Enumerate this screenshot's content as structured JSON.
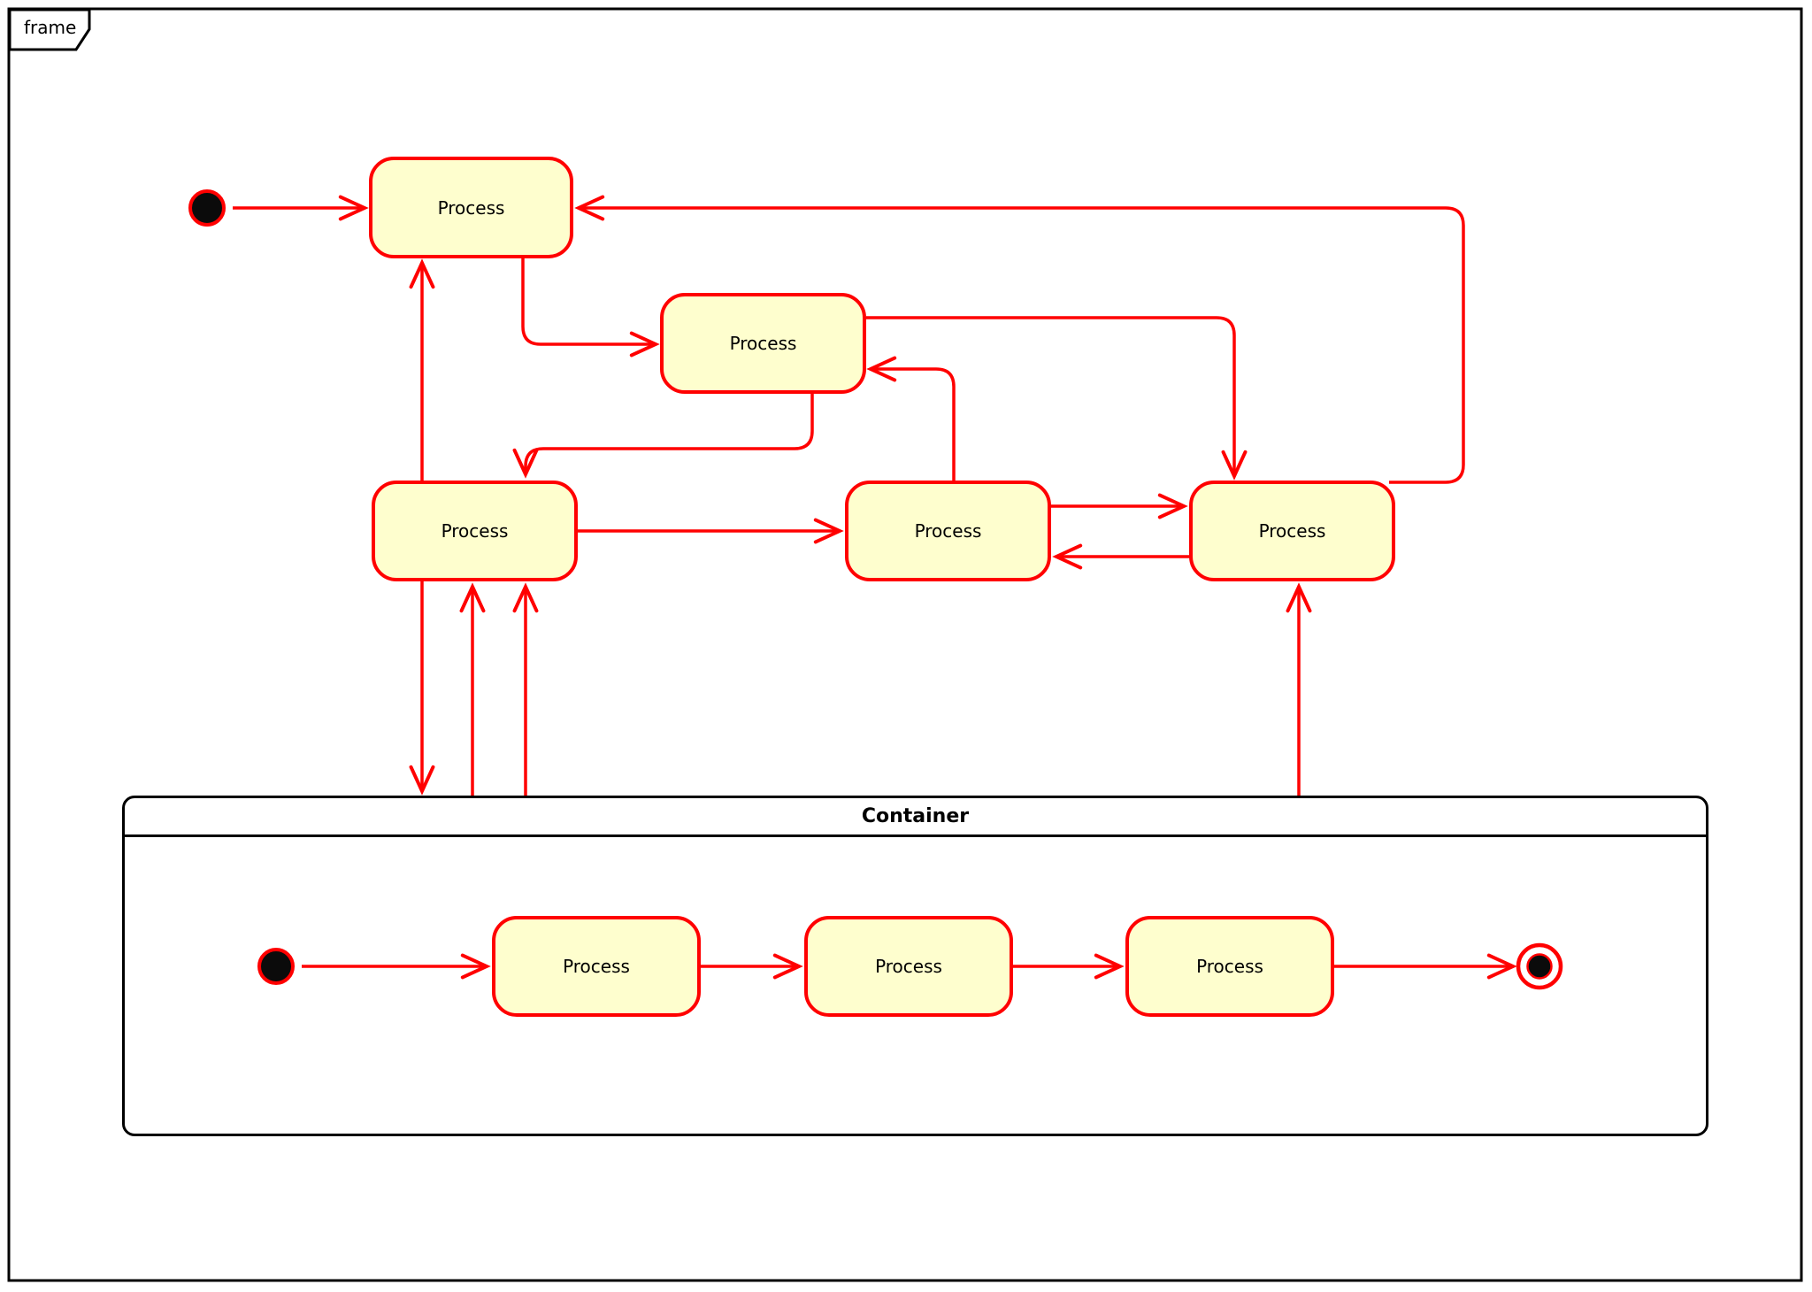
{
  "frame": {
    "label": "frame"
  },
  "container": {
    "title": "Container"
  },
  "states": {
    "outer": [
      {
        "id": "P1",
        "label": "Process"
      },
      {
        "id": "P2",
        "label": "Process"
      },
      {
        "id": "P3",
        "label": "Process"
      },
      {
        "id": "P4",
        "label": "Process"
      },
      {
        "id": "P5",
        "label": "Process"
      }
    ],
    "inner": [
      {
        "id": "P6",
        "label": "Process"
      },
      {
        "id": "P7",
        "label": "Process"
      },
      {
        "id": "P8",
        "label": "Process"
      }
    ]
  },
  "markers": {
    "outer_initial": "initial-state-dot",
    "container_initial": "initial-state-dot",
    "container_final": "final-state-bullseye"
  },
  "transitions": [
    {
      "from": "outer-initial",
      "to": "P1"
    },
    {
      "from": "P1",
      "to": "P2"
    },
    {
      "from": "P2",
      "to": "P3"
    },
    {
      "from": "P3",
      "to": "P1"
    },
    {
      "from": "P3",
      "to": "P4"
    },
    {
      "from": "P4",
      "to": "P2"
    },
    {
      "from": "P2",
      "to": "P5"
    },
    {
      "from": "P5",
      "to": "P1"
    },
    {
      "from": "P4",
      "to": "P5"
    },
    {
      "from": "P5",
      "to": "P4"
    },
    {
      "from": "P3",
      "to": "Container"
    },
    {
      "from": "Container",
      "to": "P3"
    },
    {
      "from": "Container",
      "to": "P3"
    },
    {
      "from": "Container",
      "to": "P5"
    },
    {
      "from": "container-initial",
      "to": "P6"
    },
    {
      "from": "P6",
      "to": "P7"
    },
    {
      "from": "P7",
      "to": "P8"
    },
    {
      "from": "P8",
      "to": "container-final"
    }
  ],
  "colors": {
    "state_fill": "#FEFECE",
    "state_border": "#FF0000",
    "transition": "#FF0000",
    "frame_border": "#000000",
    "container_border": "#000000",
    "text": "#000000",
    "background": "#FFFFFF"
  }
}
